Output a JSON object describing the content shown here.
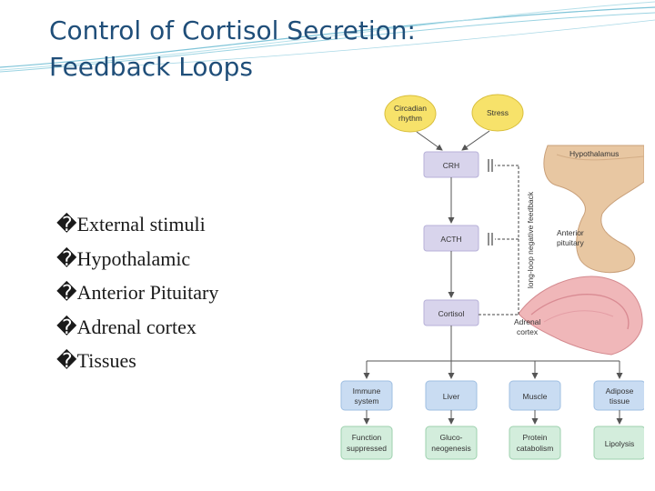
{
  "slide": {
    "title_line1": "Control of Cortisol Secretion:",
    "title_line2": "Feedback Loops",
    "bullet_marker": "�",
    "bullets": [
      "External stimuli",
      "Hypothalamic",
      "Anterior Pituitary",
      "Adrenal cortex",
      "Tissues"
    ]
  },
  "diagram": {
    "inputs": {
      "circadian_line1": "Circadian",
      "circadian_line2": "rhythm",
      "stress": "Stress"
    },
    "hormones": {
      "crh": "CRH",
      "acth": "ACTH",
      "cortisol": "Cortisol"
    },
    "feedback_label": "long-loop negative feedback",
    "anatomy": {
      "hypothalamus": "Hypothalamus",
      "anterior_pituitary_line1": "Anterior",
      "anterior_pituitary_line2": "pituitary",
      "adrenal_cortex_line1": "Adrenal",
      "adrenal_cortex_line2": "cortex"
    },
    "targets": {
      "immune_line1": "Immune",
      "immune_line2": "system",
      "liver": "Liver",
      "muscle": "Muscle",
      "adipose_line1": "Adipose",
      "adipose_line2": "tissue"
    },
    "effects": {
      "function_line1": "Function",
      "function_line2": "suppressed",
      "gluco_line1": "Gluco-",
      "gluco_line2": "neogenesis",
      "protein_line1": "Protein",
      "protein_line2": "catabolism",
      "lipolysis": "Lipolysis"
    },
    "colors": {
      "input_circle": "#f7e26a",
      "hormone_box": "#d8d4ec",
      "target_box": "#c9dcf2",
      "effect_box": "#d3eddc",
      "hypothalamus_tissue": "#e8c7a2",
      "adrenal_tissue": "#f0b7b9"
    }
  }
}
